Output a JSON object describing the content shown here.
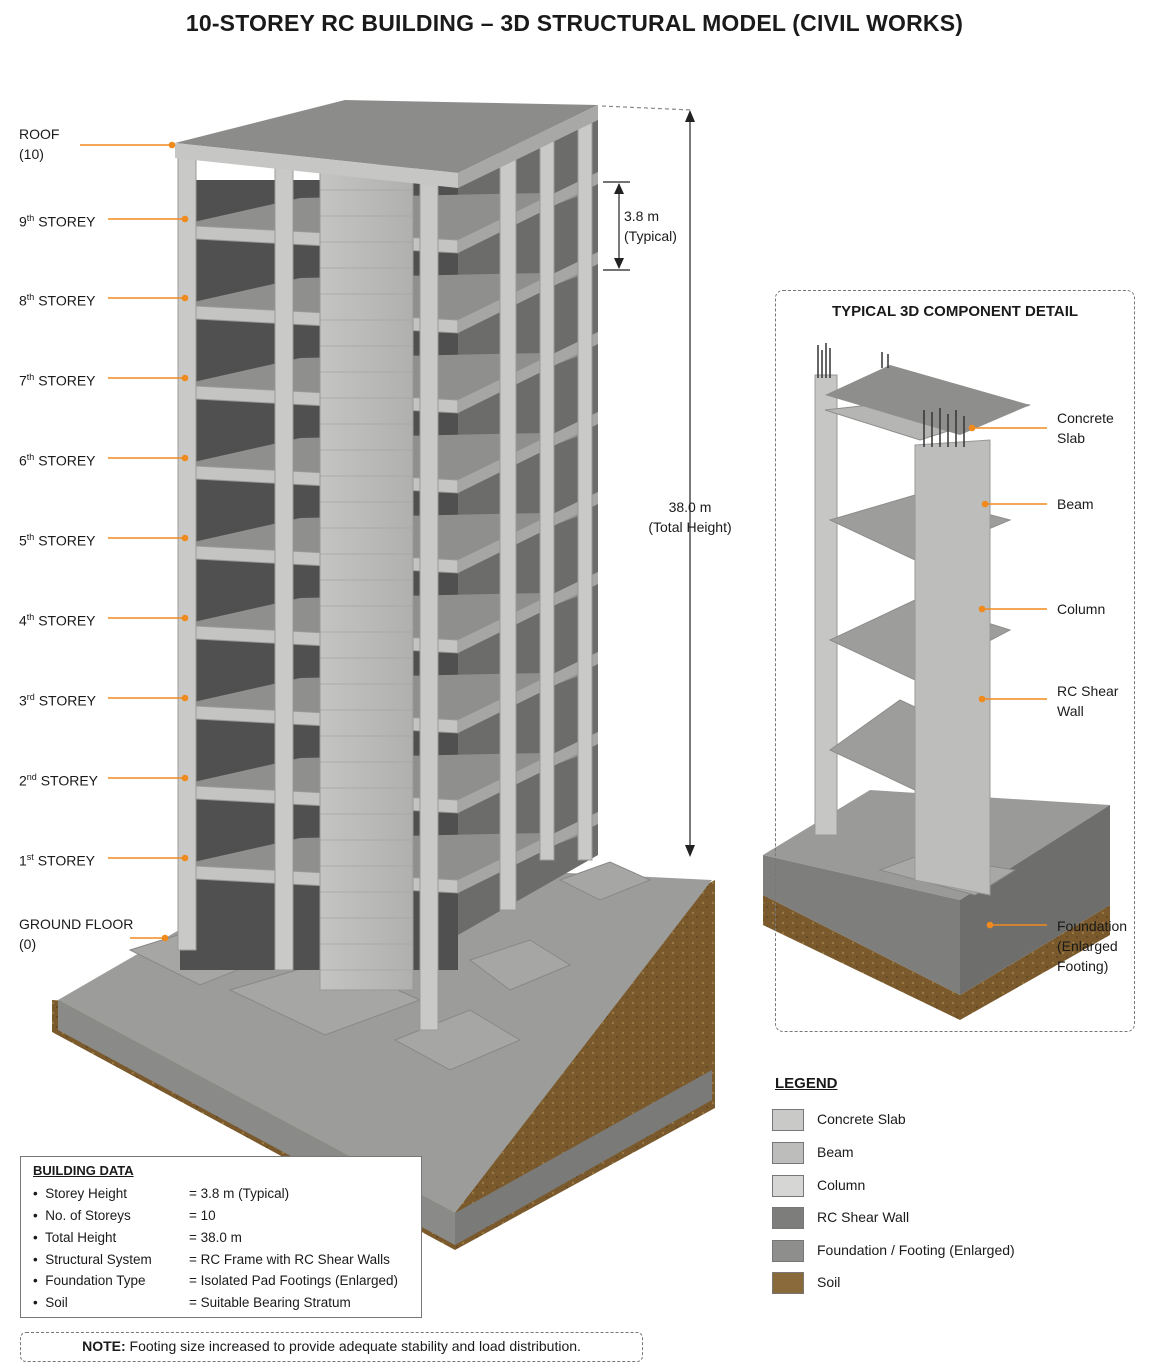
{
  "title": "10-STOREY RC BUILDING – 3D STRUCTURAL MODEL (CIVIL WORKS)",
  "levels": [
    {
      "line1": "ROOF",
      "line2": "(10)"
    },
    {
      "num": "9",
      "sup": "th",
      "word": "STOREY"
    },
    {
      "num": "8",
      "sup": "th",
      "word": "STOREY"
    },
    {
      "num": "7",
      "sup": "th",
      "word": "STOREY"
    },
    {
      "num": "6",
      "sup": "th",
      "word": "STOREY"
    },
    {
      "num": "5",
      "sup": "th",
      "word": "STOREY"
    },
    {
      "num": "4",
      "sup": "th",
      "word": "STOREY"
    },
    {
      "num": "3",
      "sup": "rd",
      "word": "STOREY"
    },
    {
      "num": "2",
      "sup": "nd",
      "word": "STOREY"
    },
    {
      "num": "1",
      "sup": "st",
      "word": "STOREY"
    },
    {
      "line1": "GROUND FLOOR",
      "line2": "(0)"
    }
  ],
  "dimensions": {
    "typical": {
      "value": "3.8 m",
      "note": "(Typical)"
    },
    "total": {
      "value": "38.0 m",
      "note": "(Total Height)"
    }
  },
  "detail": {
    "title": "TYPICAL 3D COMPONENT DETAIL",
    "components": [
      {
        "line1": "Concrete",
        "line2": "Slab"
      },
      {
        "line1": "Beam"
      },
      {
        "line1": "Column"
      },
      {
        "line1": "RC Shear",
        "line2": "Wall"
      },
      {
        "line1": "Foundation",
        "line2": "(Enlarged",
        "line3": "Footing)"
      }
    ]
  },
  "legend": {
    "title": "LEGEND",
    "items": [
      {
        "label": "Concrete Slab",
        "color": "#c9c9c7"
      },
      {
        "label": "Beam",
        "color": "#bdbdbb"
      },
      {
        "label": "Column",
        "color": "#d6d6d4"
      },
      {
        "label": "RC Shear Wall",
        "color": "#7d7d7b"
      },
      {
        "label": "Foundation / Footing (Enlarged)",
        "color": "#8e8e8c"
      },
      {
        "label": "Soil",
        "color": "#8a6a3a"
      }
    ]
  },
  "building_data": {
    "title": "BUILDING DATA",
    "rows": [
      {
        "key": "Storey Height",
        "value": "= 3.8 m (Typical)"
      },
      {
        "key": "No. of Storeys",
        "value": "= 10"
      },
      {
        "key": "Total Height",
        "value": "= 38.0 m"
      },
      {
        "key": "Structural System",
        "value": "= RC Frame with RC Shear Walls"
      },
      {
        "key": "Foundation Type",
        "value": "= Isolated Pad Footings (Enlarged)"
      },
      {
        "key": "Soil",
        "value": "= Suitable Bearing Stratum"
      }
    ]
  },
  "note": {
    "label": "NOTE:",
    "text": " Footing size increased to provide adequate stability and load distribution."
  },
  "colors": {
    "leader": "#f08a1c",
    "concrete": "#c9c9c7",
    "soil": "#7a5a2c"
  }
}
